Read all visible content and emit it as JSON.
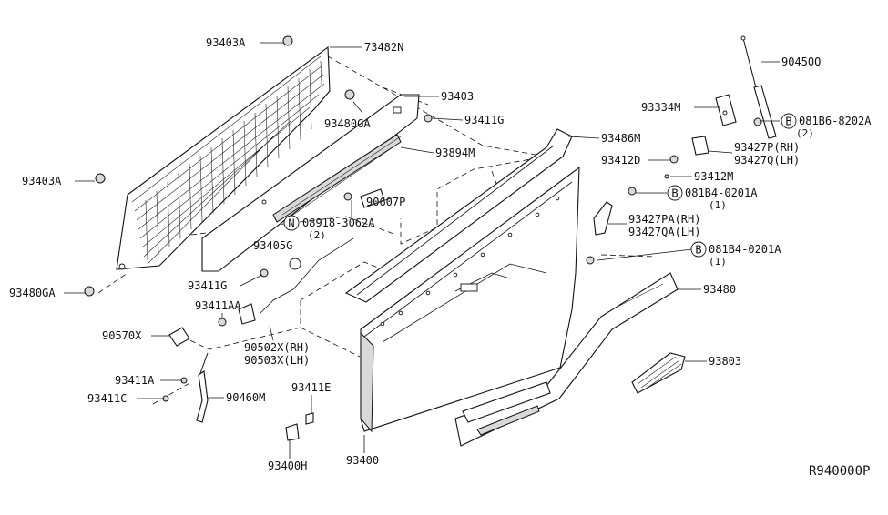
{
  "diagram": {
    "code": "R940000P",
    "labels": {
      "l93403A_top": "93403A",
      "l73482N": "73482N",
      "l90450Q": "90450Q",
      "l93403": "93403",
      "l93480GA_mid": "93480GA",
      "l93411G_right": "93411G",
      "l93334M": "93334M",
      "l081B6": "081B6-8202A",
      "l081B6_qty": "(2)",
      "l93486M": "93486M",
      "l93894M": "93894M",
      "l93427P": "93427P(RH)",
      "l93427Q": "93427Q(LH)",
      "l93412D": "93412D",
      "l93412M": "93412M",
      "l93403A_left": "93403A",
      "l90607P": "90607P",
      "l081B4_a": "081B4-0201A",
      "l081B4_a_qty": "(1)",
      "l08918": "08918-3062A",
      "l08918_qty": "(2)",
      "l93427PA": "93427PA(RH)",
      "l93427QA": "93427QA(LH)",
      "l93405G": "93405G",
      "l081B4_b": "081B4-0201A",
      "l081B4_b_qty": "(1)",
      "l93480GA_left": "93480GA",
      "l93411G_left": "93411G",
      "l93480": "93480",
      "l93411AA": "93411AA",
      "l90570X": "90570X",
      "l90502X": "90502X(RH)",
      "l90503X": "90503X(LH)",
      "l93803": "93803",
      "l93411A": "93411A",
      "l93411C": "93411C",
      "l90460M": "90460M",
      "l93411E": "93411E",
      "l93400H": "93400H",
      "l93400": "93400"
    },
    "symbols": {
      "bolt_b": "B",
      "nut_n": "N"
    }
  }
}
